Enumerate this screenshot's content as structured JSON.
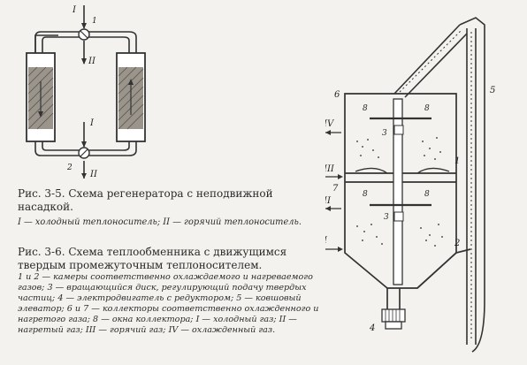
{
  "fig5": {
    "caption": "Рис. 3-5. Схема регенератора с неподвижной насадкой.",
    "legend": "I — холодный теплоноситель; II — горячий теплоноситель.",
    "labels": {
      "top_I": "I",
      "top_II": "II",
      "valve_1": "1",
      "bot_I": "I",
      "bot_II": "II",
      "valve_2": "2"
    }
  },
  "fig6": {
    "caption": "Рис. 3-6. Схема теплообменника с движущимся твердым промежуточным теплоносителем.",
    "legend": "1 и 2 — камеры соответственно охлаждаемого и нагреваемого газов; 3 — вращающийся диск, регулирующий подачу твердых частиц; 4 — электродвигатель с редуктором; 5 — ковшовый элеватор; 6 и 7 — коллекторы соответственно охлажденного и нагретого газа; 8 — окна коллектора; I — холодный газ; II — нагретый газ; III — горячий газ; IV — охлажденный газ.",
    "labels": {
      "n5": "5",
      "n6": "6",
      "n8a": "8",
      "n8b": "8",
      "n3a": "3",
      "n1": "1",
      "n7": "7",
      "n8c": "8",
      "n8d": "8",
      "n3b": "3",
      "n2": "2",
      "n4": "4",
      "rIV": "IV",
      "rIII": "III",
      "rII": "II",
      "rI": "I"
    }
  }
}
